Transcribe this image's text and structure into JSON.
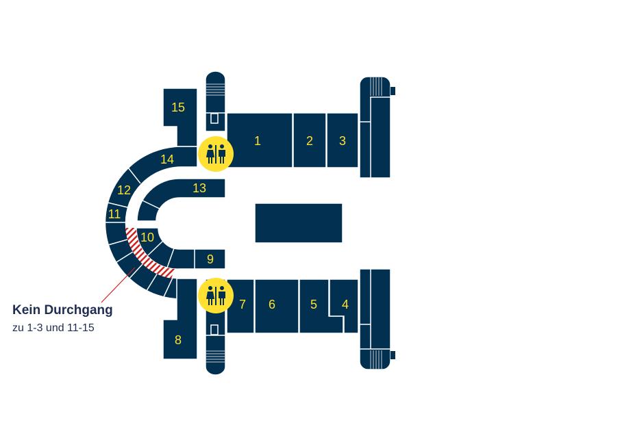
{
  "colors": {
    "room": "#023050",
    "label": "#ffe033",
    "warning": "#d0201e",
    "text": "#1e2d50"
  },
  "rooms": {
    "r1": "1",
    "r2": "2",
    "r3": "3",
    "r4": "4",
    "r5": "5",
    "r6": "6",
    "r7": "7",
    "r8": "8",
    "r9": "9",
    "r10": "10",
    "r11": "11",
    "r12": "12",
    "r13": "13",
    "r14": "14",
    "r15": "15"
  },
  "icons": {
    "restroom": "restroom-icon",
    "stairs": "stairs-icon",
    "elevator": "elevator-icon"
  },
  "note": {
    "title": "Kein Durchgang",
    "subtitle": "zu 1-3 und 11-15"
  }
}
